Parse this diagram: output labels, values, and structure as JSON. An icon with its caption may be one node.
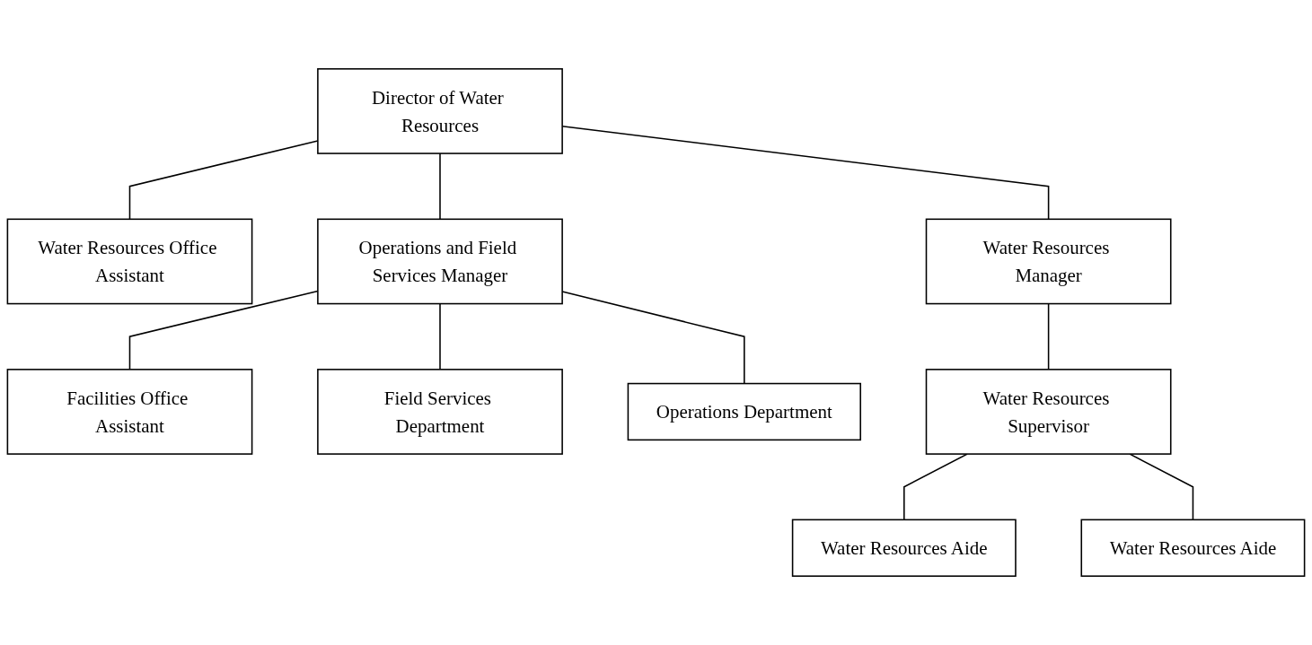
{
  "diagram": {
    "nodes": [
      {
        "text": [
          "Director of Water Resources"
        ]
      },
      {
        "text": [
          "Water Resources Office Assistant"
        ]
      },
      {
        "text": [
          "Operations and Field Services Manager"
        ]
      },
      {
        "text": [
          "Water Resources Manager"
        ]
      },
      {
        "text": [
          "Facilities Office Assistant"
        ]
      },
      {
        "text": [
          "Water Resources Supervisor"
        ]
      },
      {
        "text": [
          "Field Services Department"
        ]
      },
      {
        "text": [
          "Operations Department"
        ]
      },
      {
        "text": [
          "Water Resources Aide"
        ]
      },
      {
        "text": [
          "Water Resources Aide"
        ]
      }
    ],
    "edges": [
      {
        "from": 0,
        "to": 1,
        "arrow": "none"
      },
      {
        "from": 0,
        "to": 2,
        "arrow": "none"
      },
      {
        "from": 0,
        "to": 3,
        "arrow": "none"
      },
      {
        "from": 2,
        "to": 4,
        "arrow": "none"
      },
      {
        "from": 2,
        "to": 6,
        "arrow": "none"
      },
      {
        "from": 2,
        "to": 7,
        "arrow": "none"
      },
      {
        "from": 3,
        "to": 5,
        "arrow": "none"
      },
      {
        "from": 5,
        "to": 8,
        "arrow": "none"
      },
      {
        "from": 5,
        "to": 9,
        "arrow": "none"
      }
    ]
  }
}
